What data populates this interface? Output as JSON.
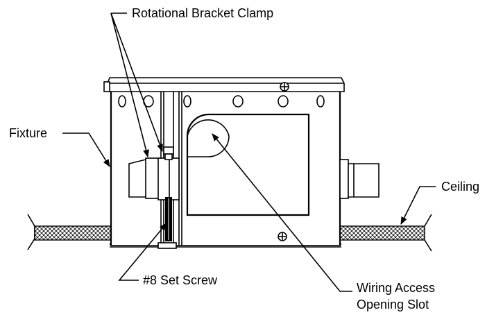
{
  "labels": {
    "rotational_bracket_clamp": "Rotational Bracket Clamp",
    "fixture": "Fixture",
    "ceiling": "Ceiling",
    "set_screw": "#8 Set Screw",
    "wiring_access_line1": "Wiring Access",
    "wiring_access_line2": "Opening Slot"
  },
  "colors": {
    "line": "#000000",
    "background": "#ffffff"
  },
  "icons": [
    "phillips-screw-icon",
    "knockout-hole-icon",
    "set-screw-icon"
  ]
}
